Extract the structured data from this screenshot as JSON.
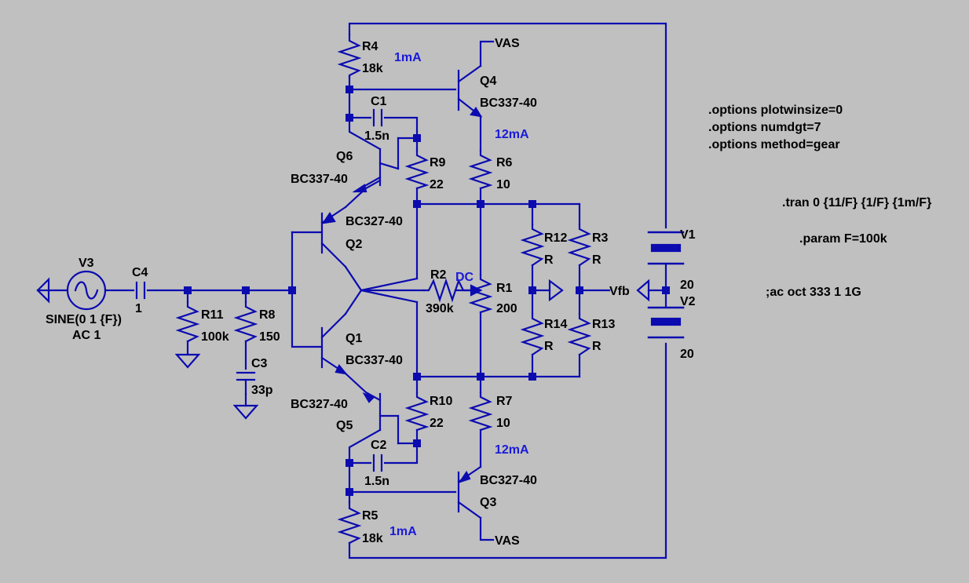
{
  "schematic": {
    "components": {
      "R4": {
        "name": "R4",
        "value": "18k"
      },
      "R5": {
        "name": "R5",
        "value": "18k"
      },
      "R6": {
        "name": "R6",
        "value": "10"
      },
      "R7": {
        "name": "R7",
        "value": "10"
      },
      "R9": {
        "name": "R9",
        "value": "22"
      },
      "R10": {
        "name": "R10",
        "value": "22"
      },
      "R1": {
        "name": "R1",
        "value": "200"
      },
      "R2": {
        "name": "R2",
        "value": "390k"
      },
      "R3": {
        "name": "R3",
        "value": "R"
      },
      "R12": {
        "name": "R12",
        "value": "R"
      },
      "R13": {
        "name": "R13",
        "value": "R"
      },
      "R14": {
        "name": "R14",
        "value": "R"
      },
      "R8": {
        "name": "R8",
        "value": "150"
      },
      "R11": {
        "name": "R11",
        "value": "100k"
      },
      "C1": {
        "name": "C1",
        "value": "1.5n"
      },
      "C2": {
        "name": "C2",
        "value": "1.5n"
      },
      "C3": {
        "name": "C3",
        "value": "33p"
      },
      "C4": {
        "name": "C4",
        "value": "1"
      },
      "Q1": {
        "name": "Q1",
        "model": "BC337-40"
      },
      "Q2": {
        "name": "Q2",
        "model": "BC327-40"
      },
      "Q3": {
        "name": "Q3",
        "model": "BC327-40"
      },
      "Q4": {
        "name": "Q4",
        "model": "BC337-40"
      },
      "Q5": {
        "name": "Q5",
        "model": "BC327-40"
      },
      "Q6": {
        "name": "Q6",
        "model": "BC337-40"
      },
      "V1": {
        "name": "V1",
        "value": "20"
      },
      "V2": {
        "name": "V2",
        "value": "20"
      },
      "V3": {
        "name": "V3",
        "value": "SINE(0 1 {F})",
        "ac": "AC 1"
      }
    },
    "nets": {
      "vas_top": "VAS",
      "vas_bottom": "VAS",
      "vfb": "Vfb"
    },
    "notes": {
      "r4_current": "1mA",
      "r5_current": "1mA",
      "q4_current": "12mA",
      "q3_current": "12mA",
      "r2_dc": "DC"
    },
    "directives": {
      "opt1": ".options plotwinsize=0",
      "opt2": ".options numdgt=7",
      "opt3": ".options method=gear",
      "tran": ".tran 0 {11/F} {1/F} {1m/F}",
      "param": ".param F=100k",
      "ac": ";ac oct 333 1 1G"
    }
  }
}
